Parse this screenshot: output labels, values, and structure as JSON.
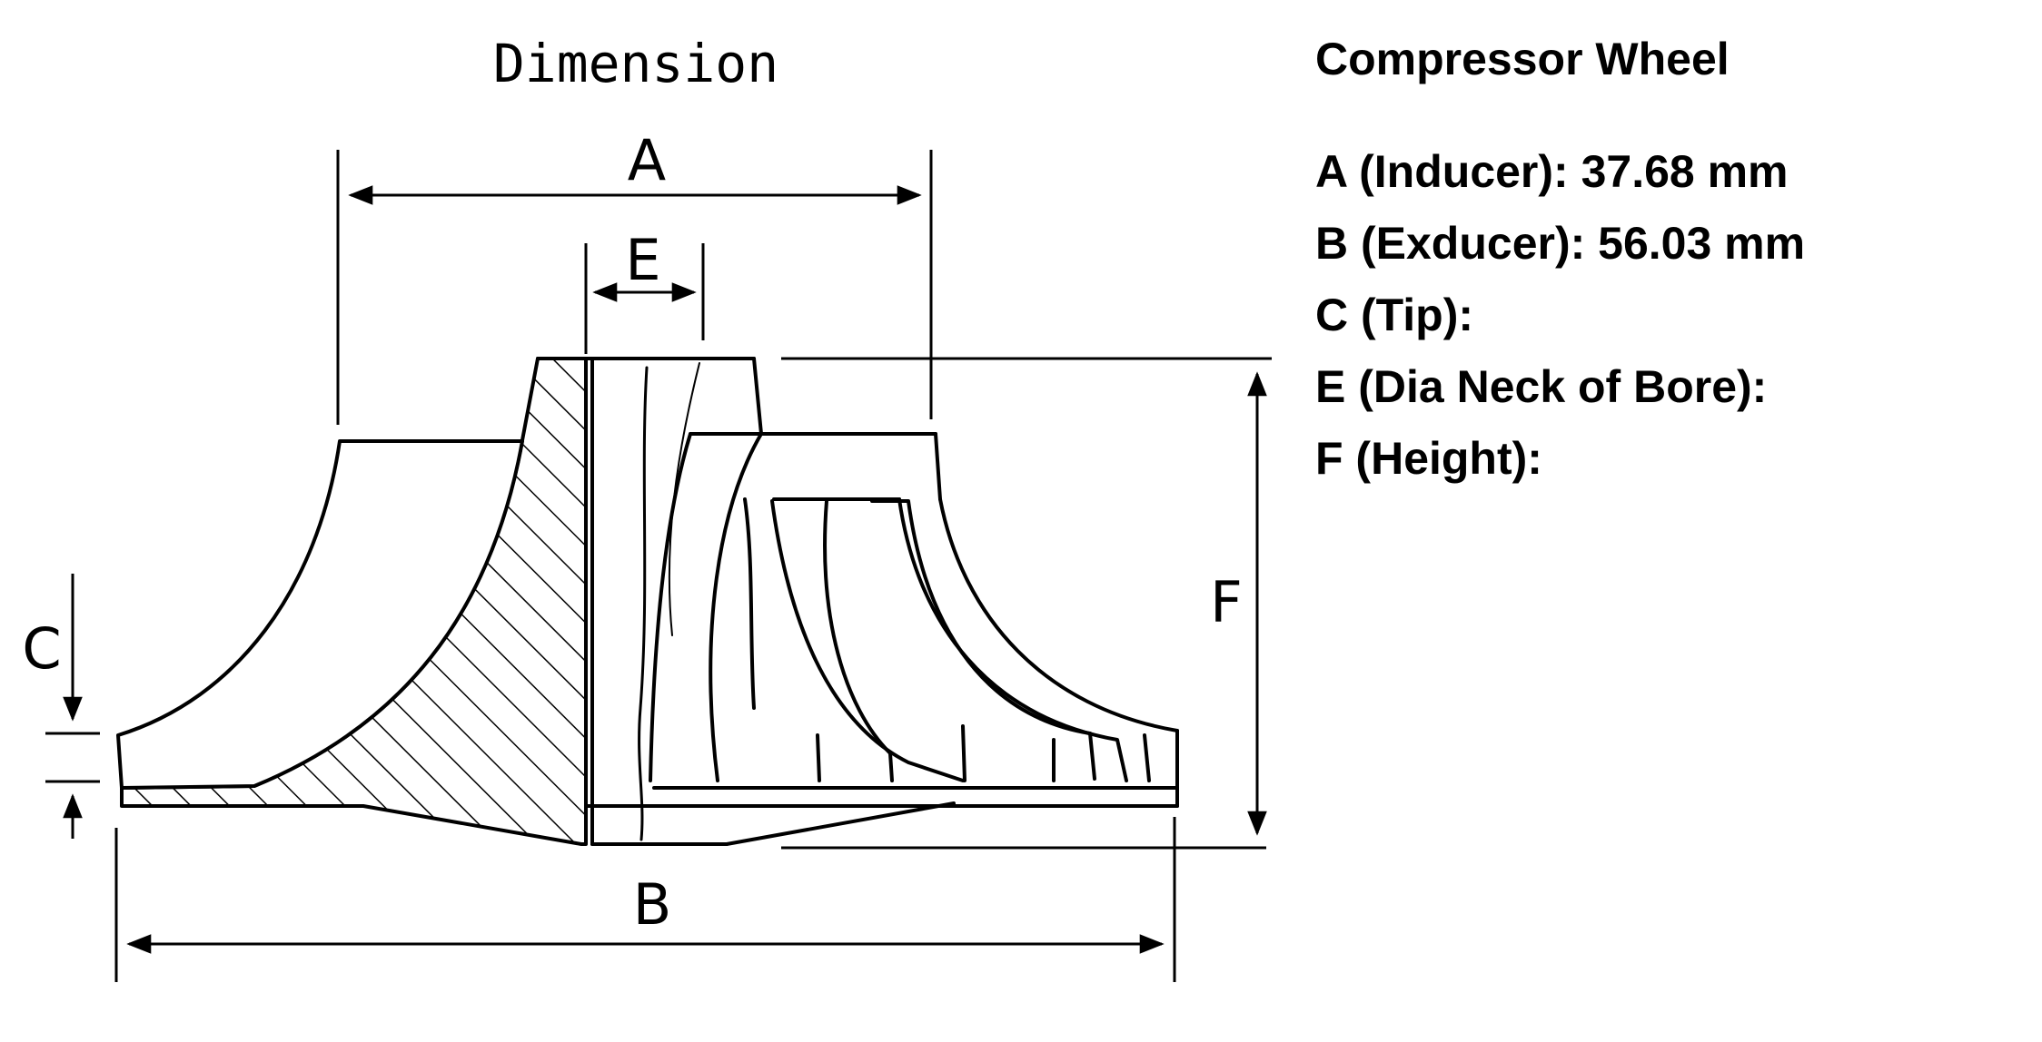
{
  "diagram": {
    "title": "Dimension",
    "labels": {
      "A": "A",
      "B": "B",
      "C": "C",
      "E": "E",
      "F": "F"
    }
  },
  "specs": {
    "title": "Compressor Wheel",
    "lines": [
      "A (Inducer): 37.68 mm",
      "B (Exducer): 56.03 mm",
      "C (Tip):",
      "E (Dia Neck of Bore):",
      "F (Height):"
    ]
  }
}
